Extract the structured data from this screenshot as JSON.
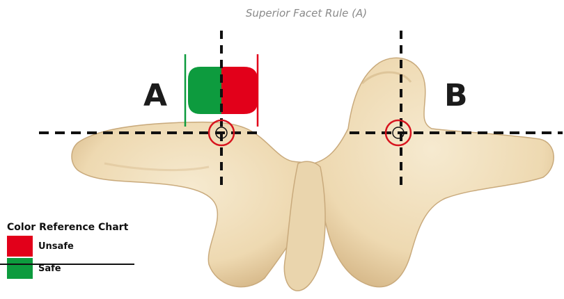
{
  "title": "Superior Facet Rule (A)",
  "markers": {
    "a": "A",
    "b": "B"
  },
  "legend": {
    "title": "Color Reference Chart",
    "items": [
      {
        "label": "Unsafe",
        "color": "#e2001a"
      },
      {
        "label": "Safe",
        "color": "#0d9b3e"
      }
    ]
  },
  "colors": {
    "bone": "#f0dfbd",
    "bone_shadow": "#c9aa7c",
    "crosshair": "#111111",
    "target_ring": "#d7141e",
    "unsafe": "#e2001a",
    "safe": "#0d9b3e",
    "title": "#8a8a8a"
  }
}
